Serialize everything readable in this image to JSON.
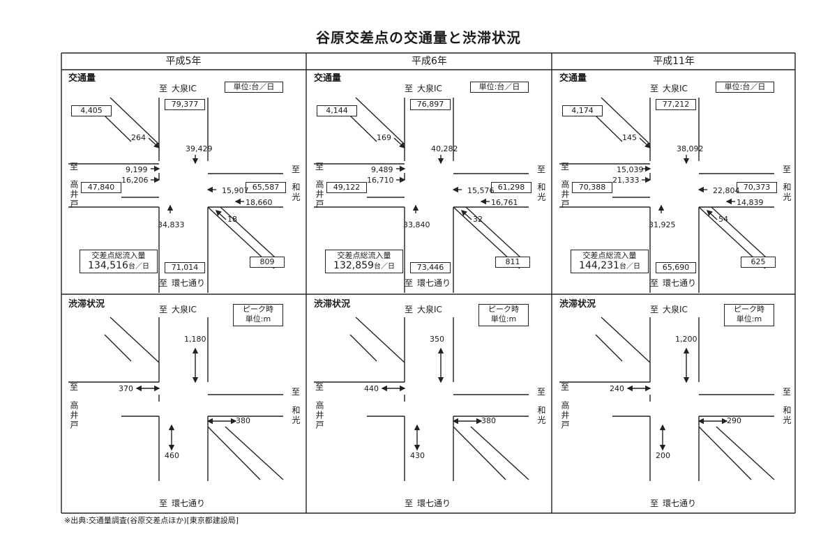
{
  "title": "谷原交差点の交通量と渋滞状況",
  "source": "※出典:交通量調査(谷原交差点ほか)[東京都建設局]",
  "labels": {
    "to": "至",
    "north": "大泉IC",
    "south": "環七通り",
    "west": "高井戸",
    "east": "和光",
    "traffic": "交通量",
    "congestion": "渋滞状況",
    "unit_traffic": "単位:台／日",
    "unit_peak_line1": "ピーク時",
    "unit_peak_line2": "単位:m",
    "total_caption": "交差点総流入量",
    "total_unit": "台／日"
  },
  "years": [
    {
      "header": "平成5年",
      "traffic": {
        "nw_diag": "4,405",
        "north_total": "79,377",
        "nw_diag_flow": "264",
        "north_in": "39,429",
        "west_in": "9,199",
        "west_out": "16,206",
        "west_total": "47,840",
        "east_total": "65,587",
        "east_in": "15,907",
        "east_out": "18,660",
        "se_diag_flow": "18",
        "south_in": "34,833",
        "south_total": "71,014",
        "se_diag": "809",
        "total": "134,516"
      },
      "congestion": {
        "north": "1,180",
        "west": "370",
        "east": "380",
        "south": "460"
      }
    },
    {
      "header": "平成6年",
      "traffic": {
        "nw_diag": "4,144",
        "north_total": "76,897",
        "nw_diag_flow": "169",
        "north_in": "40,282",
        "west_in": "9,489",
        "west_out": "16,710",
        "west_total": "49,122",
        "east_total": "61,298",
        "east_in": "15,576",
        "east_out": "16,761",
        "se_diag_flow": "32",
        "south_in": "33,840",
        "south_total": "73,446",
        "se_diag": "811",
        "total": "132,859"
      },
      "congestion": {
        "north": "350",
        "west": "440",
        "east": "380",
        "south": "430"
      }
    },
    {
      "header": "平成11年",
      "traffic": {
        "nw_diag": "4,174",
        "north_total": "77,212",
        "nw_diag_flow": "145",
        "north_in": "38,092",
        "west_in": "15,039",
        "west_out": "21,333",
        "west_total": "70,388",
        "east_total": "70,373",
        "east_in": "22,804",
        "east_out": "14,839",
        "se_diag_flow": "54",
        "south_in": "31,925",
        "south_total": "65,690",
        "se_diag": "625",
        "total": "144,231"
      },
      "congestion": {
        "north": "1,200",
        "west": "240",
        "east": "290",
        "south": "200"
      }
    }
  ]
}
